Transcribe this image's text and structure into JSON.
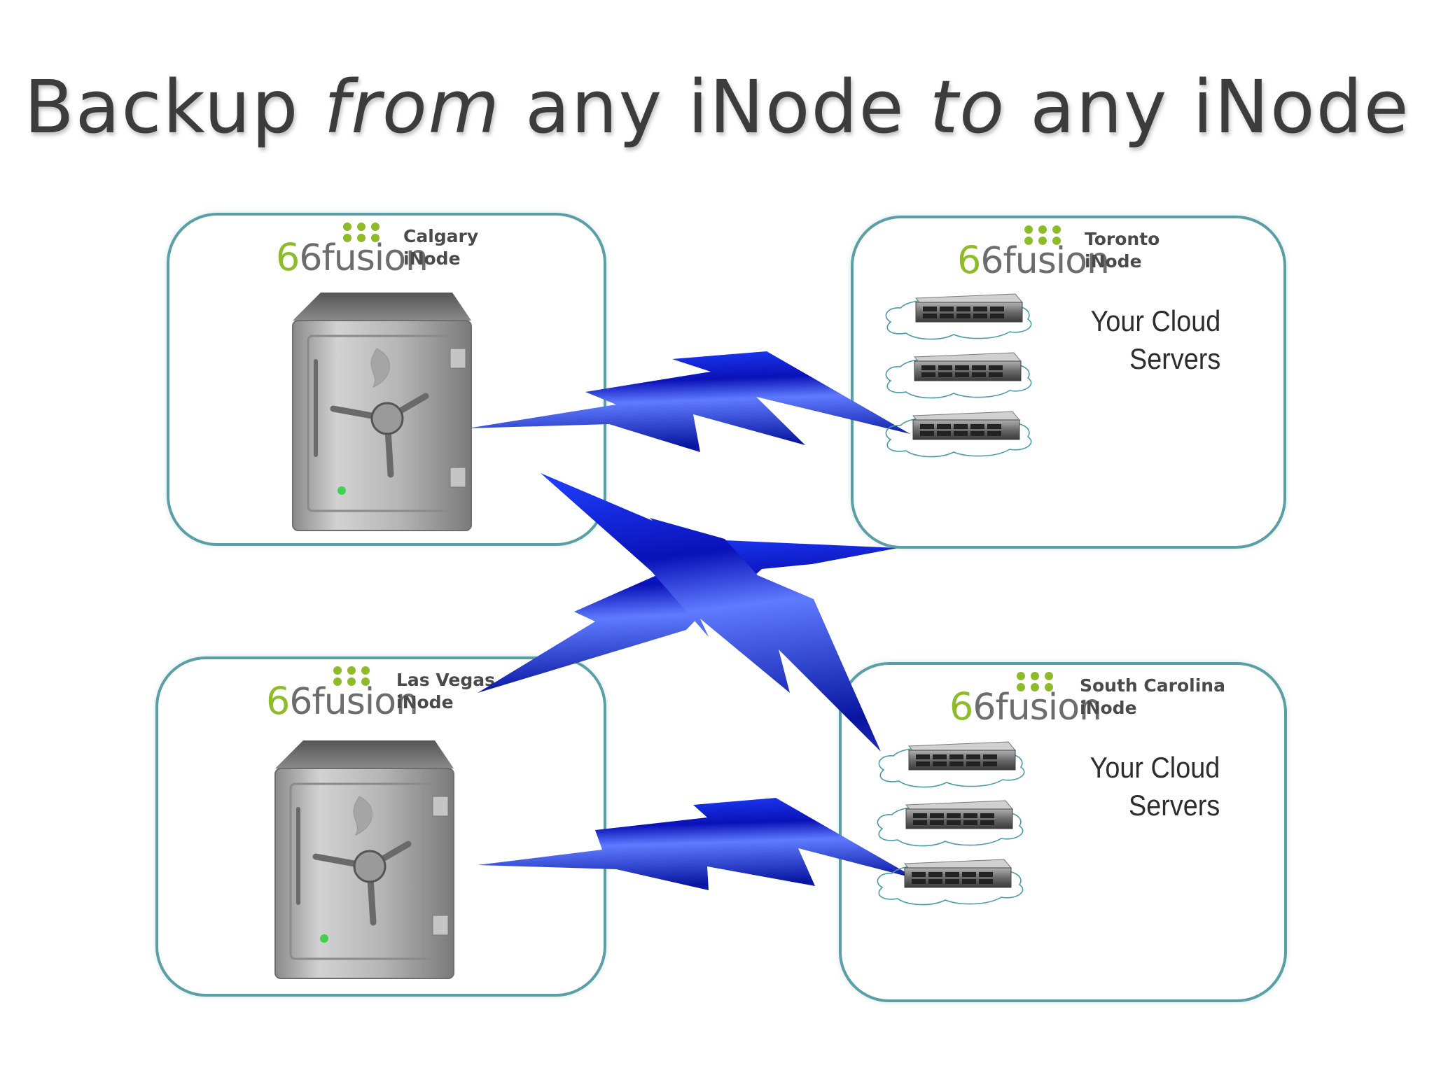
{
  "title": {
    "part1": "Backup ",
    "from": "from",
    "part2": " any iNode ",
    "to": "to",
    "part3": " any iNode"
  },
  "logo_text": "6fusion",
  "nodes": [
    {
      "city": "Calgary",
      "kind": "iNode"
    },
    {
      "city": "Toronto",
      "kind": "iNode",
      "cloud_line1": "Your Cloud",
      "cloud_line2": "Servers"
    },
    {
      "city": "Las Vegas",
      "kind": "iNode"
    },
    {
      "city": "South Carolina",
      "kind": "iNode",
      "cloud_line1": "Your Cloud",
      "cloud_line2": "Servers"
    }
  ],
  "colors": {
    "accent_border": "#5a9ea6",
    "brand_green": "#8dbb2a",
    "bolt_blue": "#0a1fd6"
  },
  "icons": [
    "safe-icon",
    "server-icon",
    "cloud-icon",
    "lightning-bolt-icon"
  ]
}
